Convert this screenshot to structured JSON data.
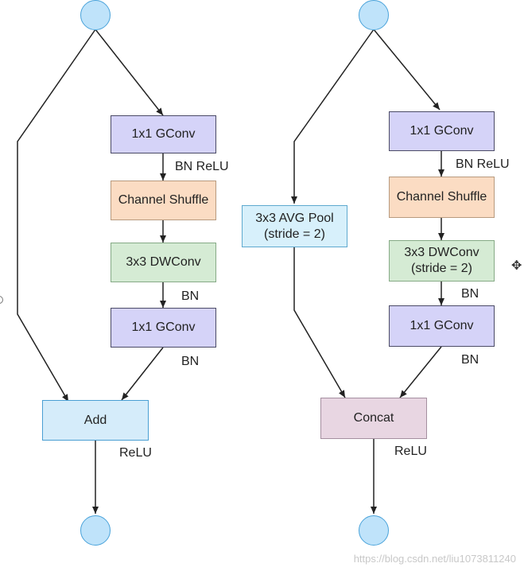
{
  "left_unit": {
    "gconv1": "1x1 GConv",
    "gconv1_after": "BN ReLU",
    "shuffle": "Channel Shuffle",
    "dwconv": "3x3 DWConv",
    "dwconv_after": "BN",
    "gconv2": "1x1 GConv",
    "gconv2_after": "BN",
    "merge": "Add",
    "merge_after": "ReLU"
  },
  "right_unit": {
    "pool": "3x3 AVG Pool\n(stride = 2)",
    "gconv1": "1x1 GConv",
    "gconv1_after": "BN ReLU",
    "shuffle": "Channel Shuffle",
    "dwconv": "3x3 DWConv\n(stride = 2)",
    "dwconv_after": "BN",
    "gconv2": "1x1 GConv",
    "gconv2_after": "BN",
    "merge": "Concat",
    "merge_after": "ReLU"
  },
  "watermark": "https://blog.csdn.net/liu1073811240",
  "colors": {
    "gconv": "#d5d3f8",
    "shuffle": "#fbdcc3",
    "dwconv": "#d5ebd4",
    "pool": "#d7f0fb",
    "add": "#d5ecfa",
    "concat": "#e8d6e2",
    "terminal": "#bfe3fa"
  }
}
